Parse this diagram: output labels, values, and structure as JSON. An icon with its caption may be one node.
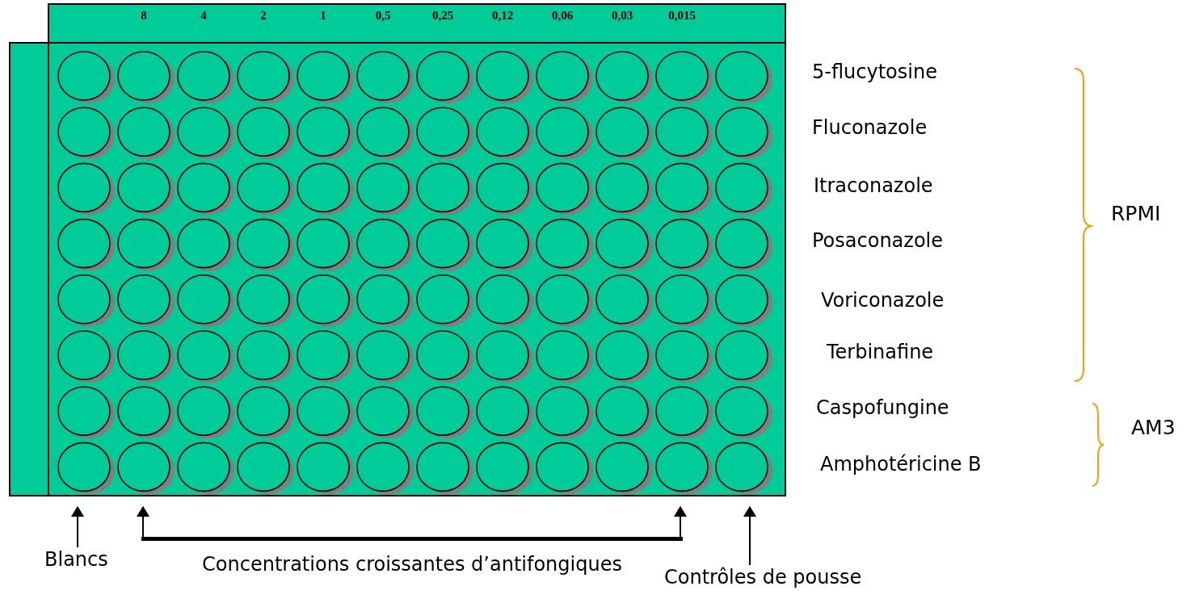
{
  "diagram": {
    "nodes": [
      {
        "text": [
          "Blancs"
        ]
      },
      {
        "text": [
          "Concentrations croissantes d’antifongiques"
        ]
      },
      {
        "text": [
          "Contrôles de pousse"
        ]
      }
    ],
    "edges": [
      {
        "from": 0,
        "to": null,
        "arrow": "to"
      },
      {
        "from": 1,
        "to": null,
        "arrow": "to"
      },
      {
        "from": 1,
        "to": null,
        "arrow": "to"
      },
      {
        "from": 2,
        "to": null,
        "arrow": "to"
      }
    ],
    "labels": [
      "8",
      "4",
      "2",
      "1",
      "0,5",
      "0,25",
      "0,12",
      "0,06",
      "0,03",
      "0,015",
      "5-flucytosine",
      "Fluconazole",
      "Itraconazole",
      "Posaconazole",
      "Voriconazole",
      "Terbinafine",
      "Caspofungine",
      "Amphotéricine B",
      "RPMI",
      "AM3"
    ]
  }
}
